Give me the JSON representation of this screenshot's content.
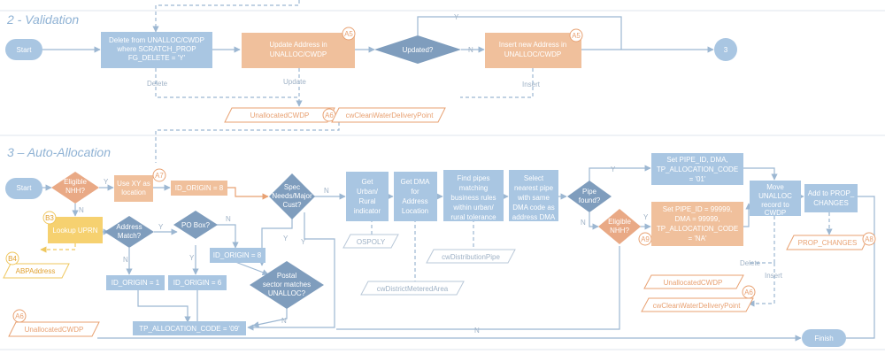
{
  "lanes": {
    "validation": "2 - Validation",
    "auto": "3 – Auto-Allocation"
  },
  "colors": {
    "process": "#a9c6e2",
    "decision": "#7f9dbd",
    "highlight": "#f0c09c",
    "lookup": "#f6d170",
    "terminator": "#a9c6e2",
    "nhh_decision": "#e9a985"
  },
  "validation": {
    "start": "Start",
    "delete_box": [
      "Delete from UNALLOC/CWDP",
      "where SCRATCH_PROP",
      "FG_DELETE = 'Y'"
    ],
    "update_box": [
      "Update Address in",
      "UNALLOC/CWDP"
    ],
    "updated_decision": "Updated?",
    "insert_box": [
      "Insert new Address in",
      "UNALLOC/CWDP"
    ],
    "connector": "3",
    "badge_a5_1": "A5",
    "badge_a5_2": "A5",
    "badge_a6": "A6",
    "lbl_n": "N",
    "lbl_y": "Y",
    "lbl_delete": "Delete",
    "lbl_update": "Update",
    "lbl_insert": "Insert",
    "data_unalloc": "UnallocatedCWDP",
    "data_cwdp": "cwCleanWaterDeliveryPoint"
  },
  "auto": {
    "start": "Start",
    "eligible_nhh": [
      "Eligible",
      "NHH?"
    ],
    "use_xy": [
      "Use XY as",
      "location"
    ],
    "badge_a7": "A7",
    "id_origin_8a": "ID_ORIGIN = 8",
    "spec_needs": [
      "Spec",
      "Needs/Major",
      "Cust?"
    ],
    "get_urban": [
      "Get",
      "Urban/",
      "Rural",
      "indicator"
    ],
    "get_dma": [
      "Get DMA",
      "for",
      "Address",
      "Location"
    ],
    "find_pipes": [
      "Find pipes",
      "matching",
      "business rules",
      "within urban/",
      "rural tolerance"
    ],
    "select_pipe": [
      "Select",
      "nearest pipe",
      "with same",
      "DMA code as",
      "address DMA"
    ],
    "pipe_found": [
      "Pipe",
      "found?"
    ],
    "set_pipe_id": [
      "Set PIPE_ID, DMA,",
      "TP_ALLOCATION_CODE",
      "= '01'"
    ],
    "eligible_nhh2": [
      "Eligible",
      "NHH?"
    ],
    "set_pipe_99999": [
      "Set PIPE_ID = 99999,",
      "DMA = 99999,",
      "TP_ALLOCATION_CODE",
      "= 'NA'"
    ],
    "badge_a9": "A9",
    "move_unalloc": [
      "Move",
      "UNALLOC",
      "record to",
      "CWDP"
    ],
    "add_prop": [
      "Add to PROP_",
      "CHANGES"
    ],
    "badge_a8": "A8",
    "prop_changes": "PROP_CHANGES",
    "badge_b3": "B3",
    "lookup_uprn": "Lookup UPRN",
    "badge_b4": "B4",
    "abp_address": "ABPAddress",
    "address_match": [
      "Address",
      "Match?"
    ],
    "po_box": "PO Box?",
    "id_origin_8b": "ID_ORIGIN = 8",
    "id_origin_1": "ID_ORIGIN = 1",
    "id_origin_6": "ID_ORIGIN = 6",
    "postal_sector": [
      "Postal",
      "sector matches",
      "UNALLOC?"
    ],
    "tp_alloc_09": "TP_ALLOCATION_CODE = '09'",
    "badge_a6_left": "A6",
    "unalloc_left": "UnallocatedCWDP",
    "ospoly": "OSPOLY",
    "cw_dma": "cwDistrictMeteredArea",
    "cw_pipe": "cwDistributionPipe",
    "badge_a6_right": "A6",
    "unalloc_right": "UnallocatedCWDP",
    "cwdp_right": "cwCleanWaterDeliveryPoint",
    "lbl_delete": "Delete",
    "lbl_insert": "Insert",
    "finish": "Finish",
    "lbl_y": "Y",
    "lbl_n": "N"
  }
}
